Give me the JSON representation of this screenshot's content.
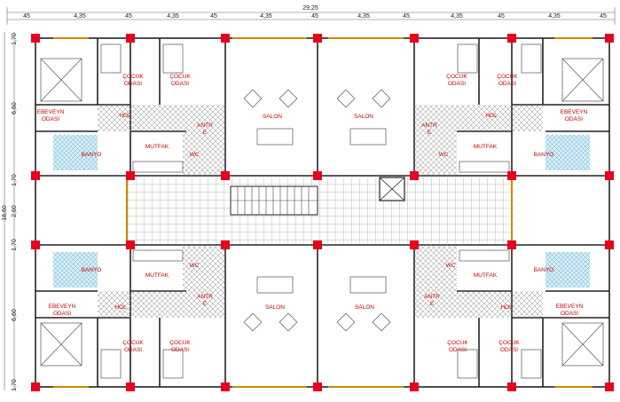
{
  "dimensions": {
    "total_width": "29,25",
    "top": [
      "45",
      "4,35",
      "45",
      "4,35",
      "45",
      "4,35",
      "45",
      "4,35",
      "45",
      "4,35",
      "45",
      "4,35",
      "45"
    ],
    "left": [
      "1,70",
      "6,60",
      "1,70",
      "2,60",
      "1,70",
      "6,60",
      "1,70"
    ],
    "total_height": "18,60"
  },
  "rooms": {
    "cocuk": "ÇOCUK",
    "odasi": "ODASI",
    "ebeveyn": "EBEVEYN",
    "hol": "HOL",
    "antre_1": "ANTR",
    "antre_2": "E",
    "mutfak": "MUTFAK",
    "banyo": "BANYO",
    "salon": "SALON",
    "wc": "WC"
  },
  "colors": {
    "column": "#e8001c",
    "wall": "#222222",
    "room_label": "#cc0000",
    "crosshatch": "#777777",
    "tile": "#8fc8e0",
    "window": "#d08a00"
  }
}
